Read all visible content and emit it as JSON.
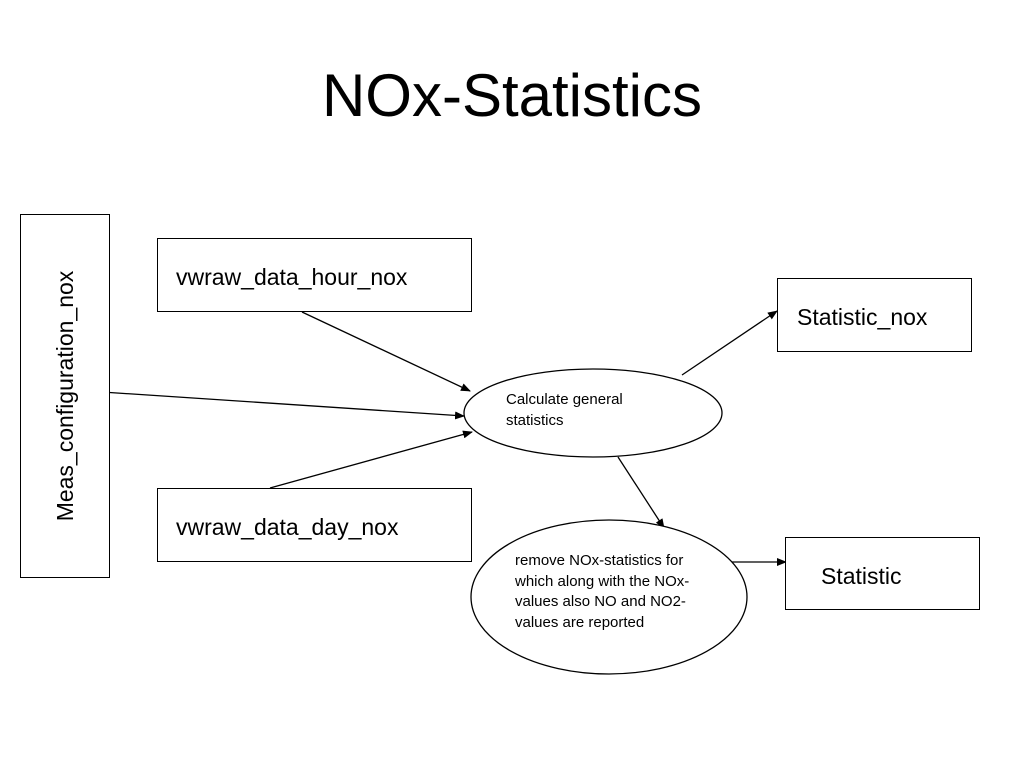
{
  "title": "NOx-Statistics",
  "sources": {
    "meas_configuration": "Meas_configuration_nox",
    "raw_hour": "vwraw_data_hour_nox",
    "raw_day": "vwraw_data_day_nox"
  },
  "processes": {
    "calculate": "Calculate general statistics",
    "remove": "remove NOx-statistics for which along with the NOx-values also NO and NO2-values are reported"
  },
  "outputs": {
    "statistic_nox": "Statistic_nox",
    "statistic": "Statistic"
  }
}
